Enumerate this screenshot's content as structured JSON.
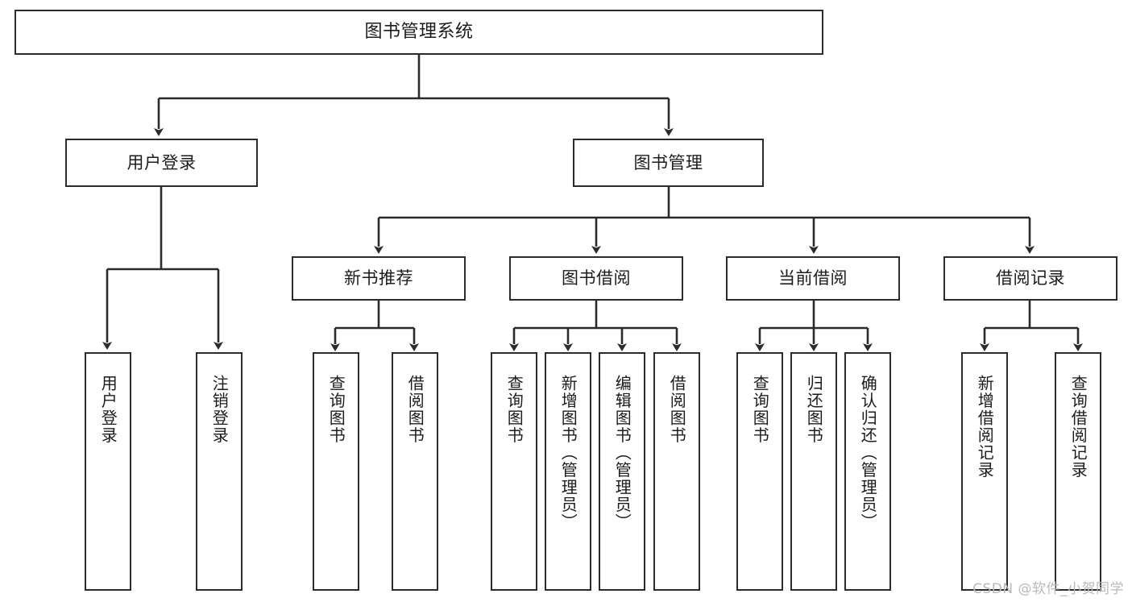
{
  "diagram": {
    "type": "tree-hierarchy-chart",
    "title": "图书管理系统",
    "line_color": "#2b2b2b",
    "box_fill": "#ffffff",
    "text_color": "#1c1c1c"
  },
  "root": {
    "label": "图书管理系统"
  },
  "level1": [
    {
      "label": "用户登录"
    },
    {
      "label": "图书管理"
    }
  ],
  "level2": [
    {
      "label": "新书推荐"
    },
    {
      "label": "图书借阅"
    },
    {
      "label": "当前借阅"
    },
    {
      "label": "借阅记录"
    }
  ],
  "leaves": {
    "user_login": [
      {
        "label": "用户登录"
      },
      {
        "label": "注销登录"
      }
    ],
    "new_book_recommend": [
      {
        "label": "查询图书"
      },
      {
        "label": "借阅图书"
      }
    ],
    "book_borrow": [
      {
        "label": "查询图书"
      },
      {
        "label": "新增图书（管理员）"
      },
      {
        "label": "编辑图书（管理员）"
      },
      {
        "label": "借阅图书"
      }
    ],
    "current_borrow": [
      {
        "label": "查询图书"
      },
      {
        "label": "归还图书"
      },
      {
        "label": "确认归还（管理员）"
      }
    ],
    "borrow_record": [
      {
        "label": "新增借阅记录"
      },
      {
        "label": "查询借阅记录"
      }
    ]
  },
  "watermark": {
    "text": "CSDN @软件_小贺同学"
  }
}
